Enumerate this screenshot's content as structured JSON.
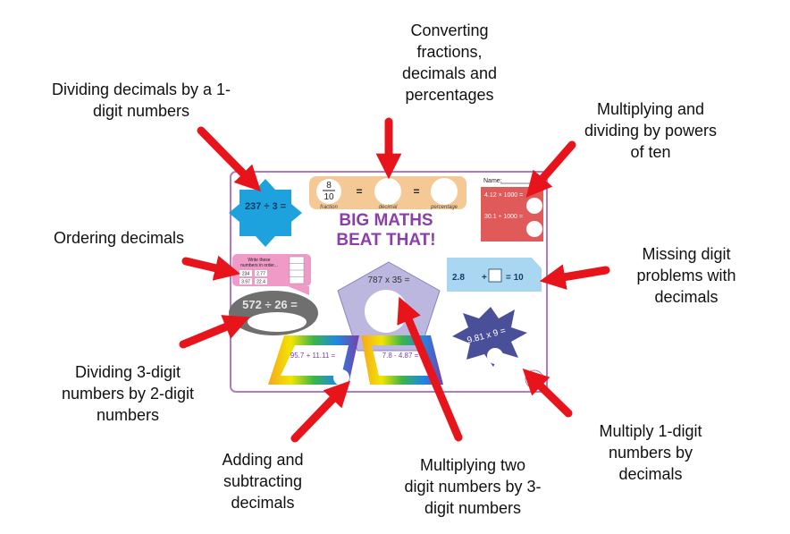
{
  "worksheet": {
    "title_line1": "BIG MATHS",
    "title_line2": "BEAT THAT!",
    "name_label": "Name:",
    "fraction_num": "8",
    "fraction_den": "10",
    "equals1": "=",
    "equals2": "=",
    "fraction_caption": "fraction",
    "decimal_caption": "decimal",
    "percentage_caption": "percentage",
    "star_sum": "237 ÷ 3 =",
    "powers_line1": "4.12 × 1000 =",
    "powers_line2": "30.1 ÷ 1000 =",
    "ordering_line1": "Write these",
    "ordering_line2": "numbers in order...",
    "ordering_nums": [
      "234",
      "2.77",
      "3.97",
      "22.4"
    ],
    "oval_sum": "572 ÷ 26 =",
    "pentagon_sum": "787 x 35 =",
    "missing_a": "2.8",
    "missing_b": "+",
    "missing_c": "= 10",
    "burst_sum": "9.81 x 9 =",
    "rainbow_left": "95.7 + 11.11 =",
    "rainbow_right": "7.8 - 4.87 ="
  },
  "callouts": {
    "dividing_decimals": [
      "Dividing decimals by a 1-",
      "digit numbers"
    ],
    "converting": [
      "Converting",
      "fractions,",
      "decimals and",
      "percentages"
    ],
    "powers_of_ten": [
      "Multiplying and",
      "dividing by powers",
      "of ten"
    ],
    "ordering": [
      "Ordering decimals"
    ],
    "missing_digit": [
      "Missing digit",
      "problems with",
      "decimals"
    ],
    "dividing_3digit": [
      "Dividing 3-digit",
      "numbers by 2-digit",
      "numbers"
    ],
    "adding_subtracting": [
      "Adding and",
      "subtracting",
      "decimals"
    ],
    "multiplying_two": [
      "Multiplying two",
      "digit numbers by 3-",
      "digit numbers"
    ],
    "multiply_1digit": [
      "Multiply 1-digit",
      "numbers by",
      "decimals"
    ]
  },
  "colors": {
    "arrow": "#e8141b",
    "border": "#b07ac4",
    "title": "#8b3fa8",
    "star": "#1ea2dd",
    "tan_box": "#f5c996",
    "red_square": "#e05a5a",
    "pink_box": "#f09ac8",
    "oval": "#6f6f6f",
    "pentagon": "#bcb7df",
    "light_blue": "#a9d7f2",
    "burst": "#4a4f9a"
  }
}
